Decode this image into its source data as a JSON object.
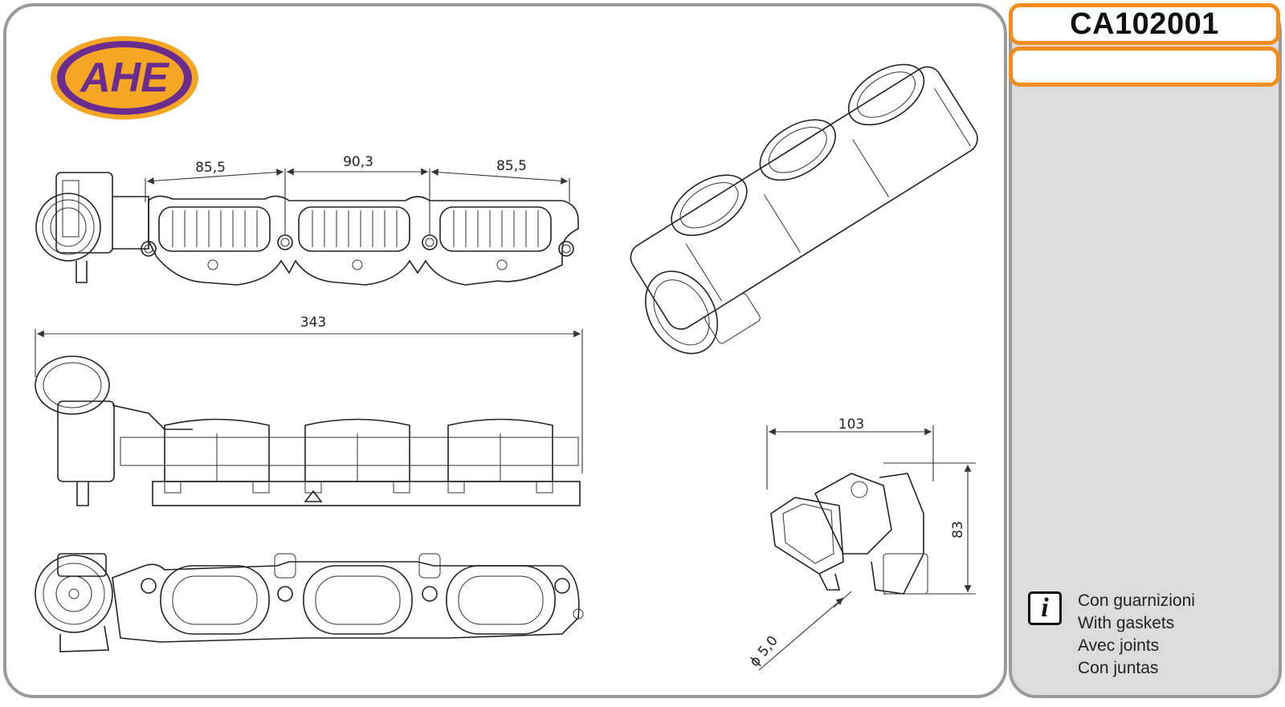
{
  "brand": {
    "logo_text": "AHE",
    "colors": {
      "logo_fill": "#6a2d8f",
      "logo_ring": "#f5a623",
      "accent": "#f28c1c",
      "panel_bg": "#dcdcdc"
    }
  },
  "product": {
    "code": "CA102001",
    "description": ""
  },
  "dimensions": {
    "spacing_1": "85,5",
    "spacing_2": "90,3",
    "spacing_3": "85,5",
    "overall_length": "343",
    "width": "103",
    "height": "83",
    "diameter": "ϕ 5,0"
  },
  "notes": {
    "icon": "info-icon",
    "lines": [
      "Con guarnizioni",
      "With gaskets",
      "Avec joints",
      "Con juntas"
    ]
  }
}
